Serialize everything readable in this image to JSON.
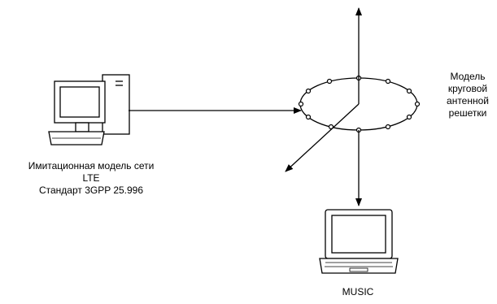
{
  "labels": {
    "simulator_line1": "Имитационная модель сети",
    "simulator_line2": "LTE",
    "simulator_line3": "Стандарт 3GPP 25.996",
    "array_line1": "Модель",
    "array_line2": "круговой",
    "array_line3": "антенной",
    "array_line4": "решетки",
    "laptop_label": "MUSIC"
  },
  "icons": {
    "simulator": "desktop-computer-icon",
    "music": "laptop-icon"
  },
  "antenna": {
    "element_count": 12,
    "shape": "circular"
  }
}
